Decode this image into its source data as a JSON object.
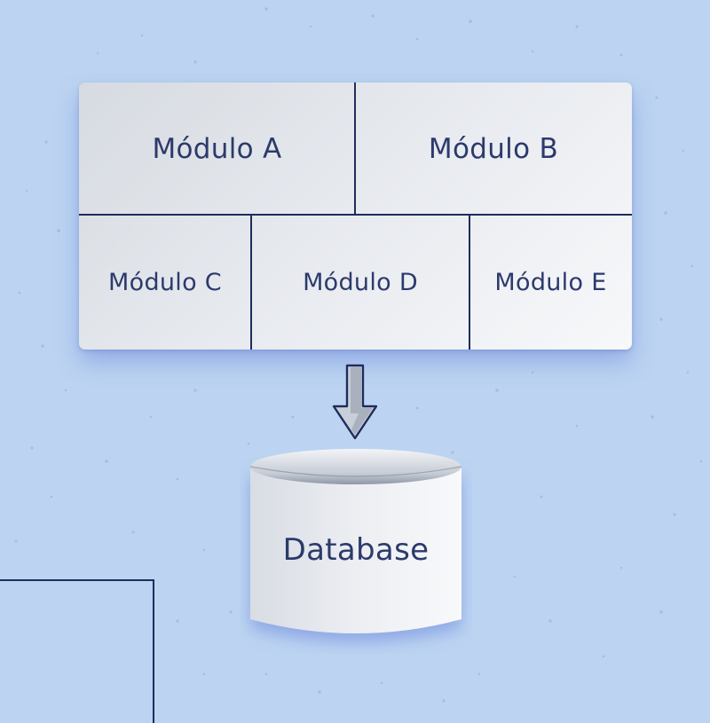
{
  "modules": {
    "a": "Módulo A",
    "b": "Módulo B",
    "c": "Módulo C",
    "d": "Módulo D",
    "e": "Módulo E"
  },
  "database": {
    "label": "Database"
  },
  "colors": {
    "background": "#bcd4f1",
    "text": "#2c3a6b",
    "lines": "#1f2d5c"
  },
  "icons": {
    "arrow": "arrow-down-icon",
    "database": "database-cylinder-icon"
  }
}
